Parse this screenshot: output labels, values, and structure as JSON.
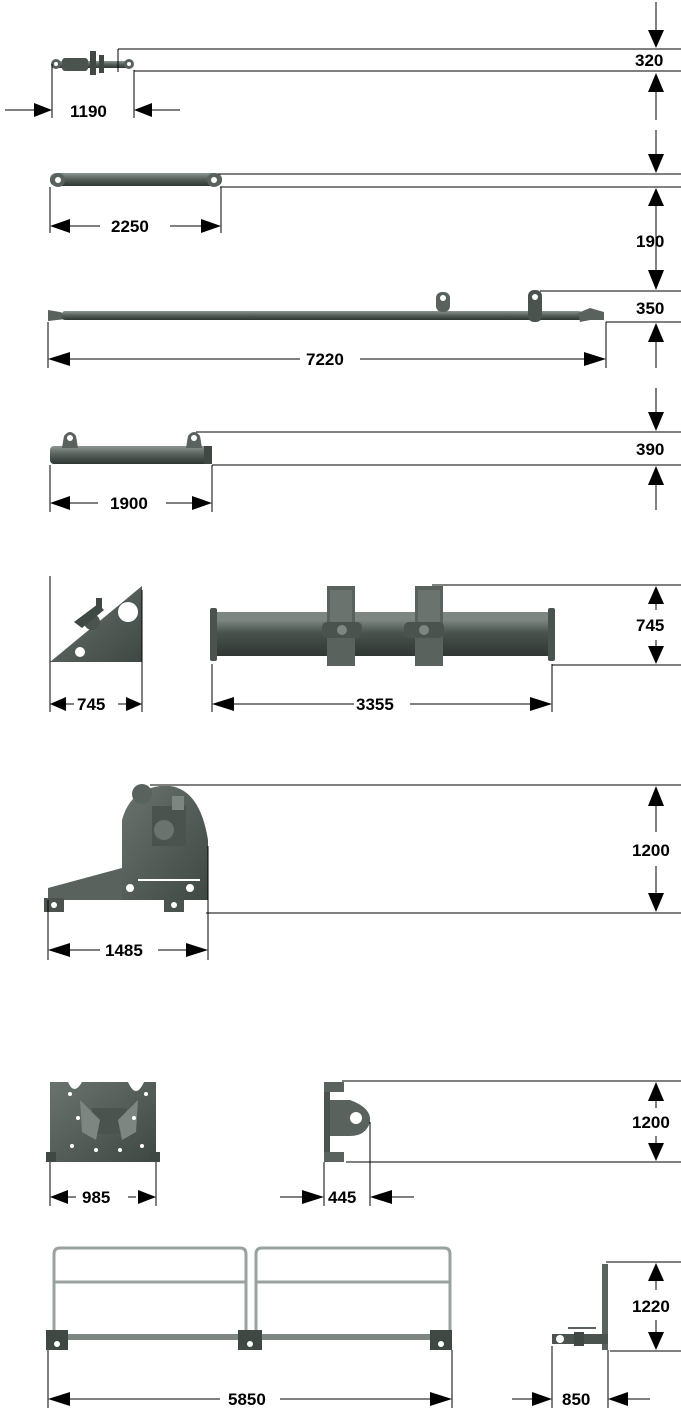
{
  "dimensions": {
    "part_1": {
      "height": "320",
      "length": "1190"
    },
    "part_2": {
      "length": "2250"
    },
    "gap_2_3": "190",
    "part_3": {
      "height": "350",
      "length": "7220"
    },
    "part_4": {
      "height": "390",
      "length": "1900"
    },
    "part_5": {
      "side_width": "745",
      "height": "745",
      "length": "3355"
    },
    "part_6": {
      "height": "1200",
      "length": "1485"
    },
    "part_7": {
      "width": "985",
      "height": "1200",
      "depth": "445"
    },
    "part_8": {
      "length": "5850",
      "height": "1220",
      "depth": "850"
    }
  },
  "colors": {
    "steel_dark": "#3f4843",
    "steel_mid": "#59625d",
    "steel_light": "#7d8681",
    "rail": "#9aa29e",
    "dimension_line": "#000000"
  }
}
